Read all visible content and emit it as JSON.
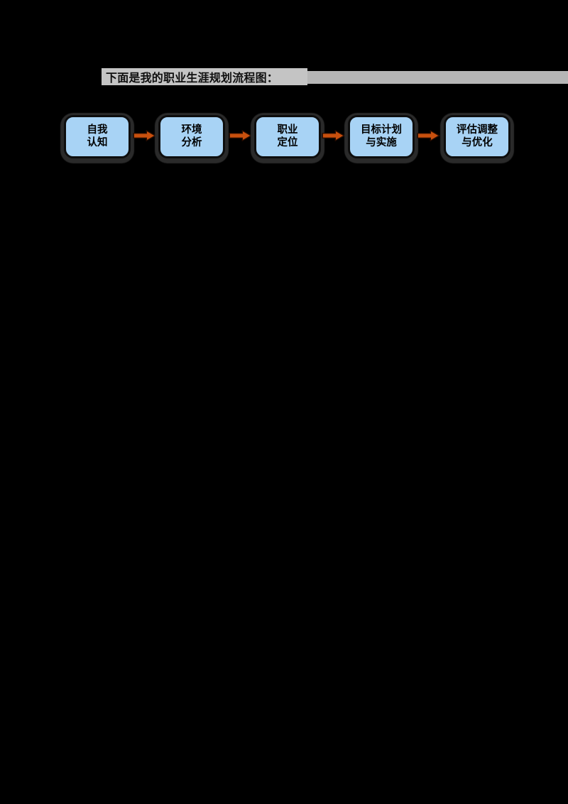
{
  "page": {
    "background_color": "#000000"
  },
  "title": {
    "text": "下面是我的职业生涯规划流程图：",
    "text_color": "#0f0f0f",
    "highlight_color": "#c4c4c4",
    "highlight_extension_color": "#b6b6b6"
  },
  "flowchart": {
    "box_fill_color": "#a8d3f5",
    "box_border_color": "#0d0d0d",
    "box_shadow_color": "#2c2c2c",
    "arrow_fill_color": "#c8500e",
    "arrow_outline_color": "#2a0d00",
    "steps": [
      {
        "line1": "自我",
        "line2": "认知"
      },
      {
        "line1": "环境",
        "line2": "分析"
      },
      {
        "line1": "职业",
        "line2": "定位"
      },
      {
        "line1": "目标计划",
        "line2": "与实施"
      },
      {
        "line1": "评估调整",
        "line2": "与优化"
      }
    ]
  }
}
